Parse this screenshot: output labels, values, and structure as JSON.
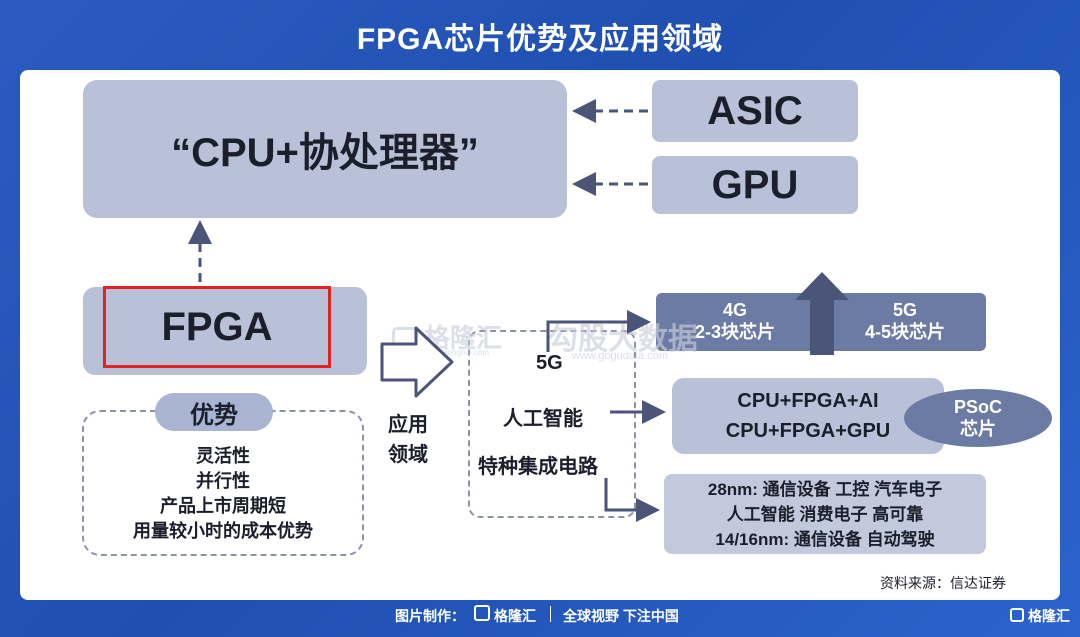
{
  "title": "FPGA芯片优势及应用领域",
  "top": {
    "cpu_coprocessor": "“CPU+协处理器”",
    "asic": "ASIC",
    "gpu": "GPU"
  },
  "fpga": "FPGA",
  "advantages": {
    "heading": "优势",
    "items": [
      "灵活性",
      "并行性",
      "产品上市周期短",
      "用量较小时的成本优势"
    ]
  },
  "application_label": [
    "应用",
    "领域"
  ],
  "domains": [
    "5G",
    "人工智能",
    "特种集成电路"
  ],
  "fiveg": {
    "left": [
      "4G",
      "2-3块芯片"
    ],
    "right": [
      "5G",
      "4-5块芯片"
    ]
  },
  "ai_box": [
    "CPU+FPGA+AI",
    "CPU+FPGA+GPU"
  ],
  "psoc": [
    "PSoC",
    "芯片"
  ],
  "special_ic": [
    "28nm: 通信设备 工控 汽车电子",
    "人工智能 消费电子 高可靠",
    "14/16nm: 通信设备 自动驾驶"
  ],
  "source": "资料来源：信达证券",
  "watermark": {
    "brand": "格隆汇",
    "site": "gelonghui.com",
    "middle": "勾股大数据",
    "middle_site": "www.gogudata.com"
  },
  "footer": {
    "made_by": "图片制作：",
    "brand": "格隆汇",
    "slogan": "全球视野 下注中国",
    "corner_brand": "格隆汇"
  },
  "colors": {
    "background": "#2a5cc0",
    "box": "#b9c1d8",
    "dark_box": "#6b7ba3",
    "highlight": "#e32222",
    "arrow": "#4a5577"
  }
}
